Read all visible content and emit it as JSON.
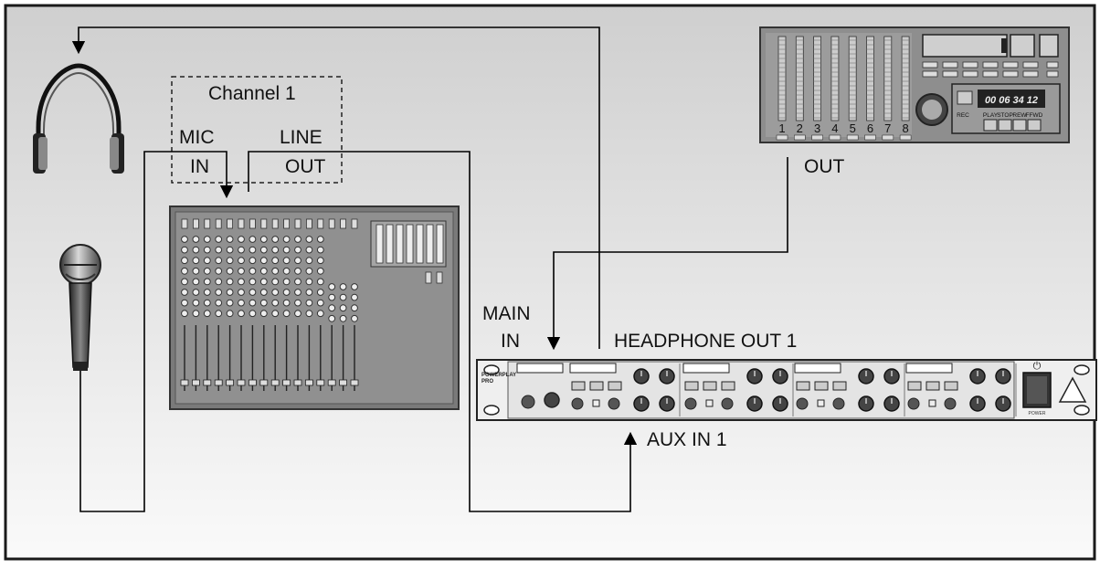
{
  "labels": {
    "channel": "Channel 1",
    "mic": "MIC",
    "mic_in": "IN",
    "line": "LINE",
    "line_out": "OUT",
    "recorder_out": "OUT",
    "main": "MAIN",
    "main_in": "IN",
    "headphone_out": "HEADPHONE OUT 1",
    "aux_in": "AUX IN 1"
  },
  "recorder": {
    "track_numbers": [
      "1",
      "2",
      "3",
      "4",
      "5",
      "6",
      "7",
      "8"
    ],
    "counter": "00 06 34 12",
    "buttons": [
      "REC",
      "PLAY",
      "STOP",
      "REW",
      "FFWD"
    ]
  },
  "amp": {
    "brand_line1": "POWERPLAY",
    "brand_line2": "PRO",
    "power_label": "POWER"
  },
  "colors": {
    "background_top": "#cdcdcd",
    "background_bottom": "#fbfbfb",
    "device_body": "#8c8c8c",
    "device_light": "#e6e6e6",
    "cable": "#000000"
  }
}
